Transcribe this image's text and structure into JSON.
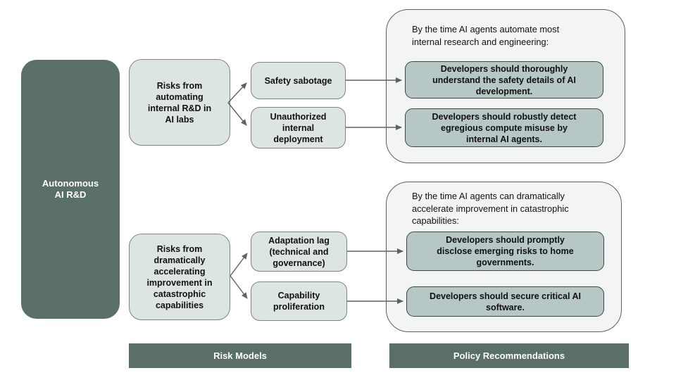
{
  "colors": {
    "dark_slate": "#5a6e6a",
    "light_box": "#dce5e2",
    "container_bg": "#f2f5f4",
    "policy_box": "#b6c7c5",
    "arrow": "#5d6361"
  },
  "root": {
    "label": "Autonomous\nAI R&D"
  },
  "top_flow": {
    "source": "Risks from\nautomating\ninternal R&D in\nAI labs",
    "risk1": "Safety sabotage",
    "risk2": "Unauthorized\ninternal\ndeployment",
    "header": "By the time AI agents automate most\ninternal research and engineering:",
    "policy1": "Developers should thoroughly\nunderstand the safety details of AI\ndevelopment.",
    "policy2": "Developers should robustly detect\negregious compute misuse by\ninternal AI agents."
  },
  "bottom_flow": {
    "source": "Risks from\ndramatically\naccelerating\nimprovement in\ncatastrophic\ncapabilities",
    "risk1": "Adaptation lag\n(technical and\ngovernance)",
    "risk2": "Capability\nproliferation",
    "header": "By the time AI agents can dramatically\naccelerate improvement in catastrophic\ncapabilities:",
    "policy1": "Developers should promptly\ndisclose emerging risks to home\ngovernments.",
    "policy2": "Developers should secure critical AI\nsoftware."
  },
  "footer": {
    "risk_models": "Risk Models",
    "policy_recommendations": "Policy Recommendations"
  }
}
